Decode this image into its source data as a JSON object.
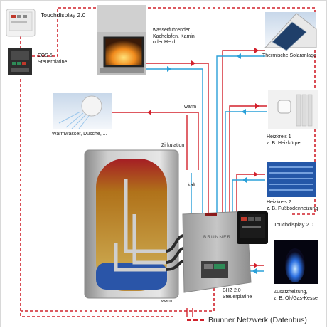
{
  "labels": {
    "touchdisplay_top": "Touchdisplay 2.0",
    "eos6": [
      "EOS 6",
      "Steuerplatine"
    ],
    "kamin": [
      "wasserführender",
      "Kachelofen, Kamin",
      "oder Herd"
    ],
    "solar": "Thermische Solaranlage",
    "warmwasser": "Warmwasser, Dusche, ...",
    "warm_top": "warm",
    "zirkulation": "Zirkulation",
    "kalt": "kalt",
    "warm_bottom": "warm",
    "heizkreis1": [
      "Heizkreis 1",
      "z. B. Heizkörper"
    ],
    "heizkreis2": [
      "Heizkreis 2",
      "z. B. Fußbodenheizung"
    ],
    "touchdisplay_right": "Touchdisplay 2.0",
    "bhz": [
      "BHZ 2.0",
      "Steuerplatine"
    ],
    "zusatz": [
      "Zusatzheizung,",
      "z. B. Öl-/Gas-Kessel"
    ],
    "brunner_badge": "BRUNNER",
    "legend": "Brunner Netzwerk (Datenbus)"
  },
  "colors": {
    "warm_pipe": "#d3212c",
    "cold_pipe": "#2aa0d8",
    "databus": "#d0222c"
  },
  "icons": {
    "touchdisplay_top": "touchscreen-panel-icon",
    "eos6": "control-board-icon",
    "kamin": "fireplace-icon",
    "solar": "solar-panel-roof-icon",
    "warmwasser": "shower-head-icon",
    "speicher": "storage-tank-icon",
    "heizkreis1": "radiator-valve-icon",
    "heizkreis2": "floor-heating-icon",
    "bhz": "heating-control-unit-icon",
    "zusatz": "gas-flame-icon"
  }
}
